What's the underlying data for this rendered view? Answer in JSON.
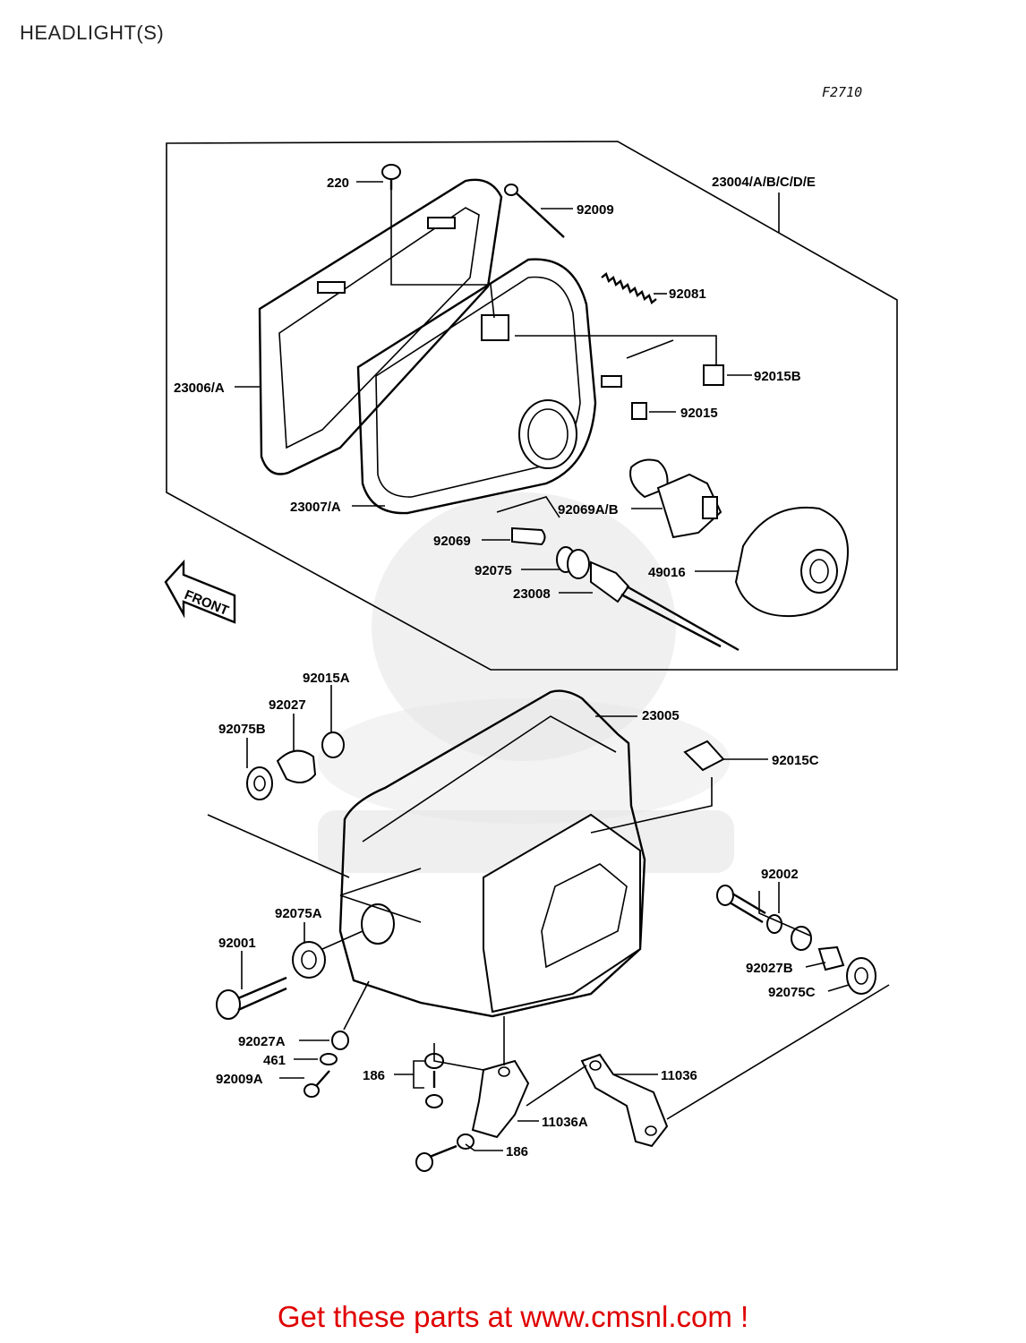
{
  "header": {
    "title": "HEADLIGHT(S)",
    "fig_code": "F2710"
  },
  "footer": {
    "link_text": "Get these parts at www.cmsnl.com !",
    "color": "#e00000"
  },
  "labels": {
    "p220": "220",
    "p92009": "92009",
    "p23004": "23004/A/B/C/D/E",
    "p92081": "92081",
    "p23006": "23006/A",
    "p92015B": "92015B",
    "p92015": "92015",
    "p23007": "23007/A",
    "p92069AB": "92069A/B",
    "p92069": "92069",
    "p92075": "92075",
    "p23008": "23008",
    "p49016": "49016",
    "front": "FRONT",
    "p92015A": "92015A",
    "p92027": "92027",
    "p92075B": "92075B",
    "p23005": "23005",
    "p92015C": "92015C",
    "p92002": "92002",
    "p92075A": "92075A",
    "p92001": "92001",
    "p92027B": "92027B",
    "p92075C": "92075C",
    "p92027A": "92027A",
    "p461": "461",
    "p92009A": "92009A",
    "p186a": "186",
    "p11036": "11036",
    "p11036A": "11036A",
    "p186b": "186"
  }
}
